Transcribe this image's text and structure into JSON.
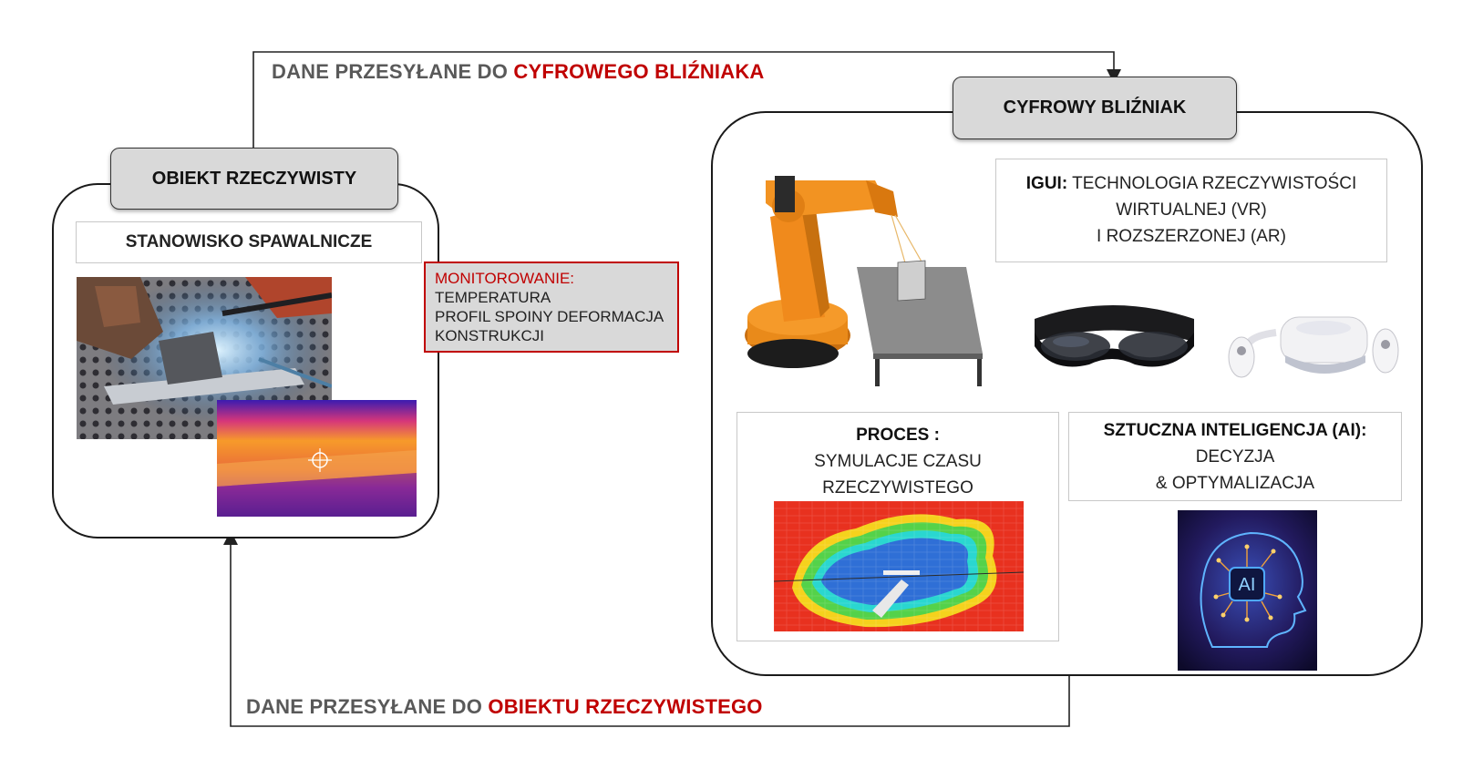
{
  "top_flow": {
    "prefix": "DANE PRZESYŁANE DO",
    "highlight": "CYFROWEGO BLIŹNIAKA"
  },
  "bottom_flow": {
    "prefix": "DANE PRZESYŁANE DO",
    "highlight": "OBIEKTU RZECZYWISTEGO"
  },
  "real_object": {
    "tab": "OBIEKT RZECZYWISTY",
    "station": "STANOWISKO SPAWALNICZE",
    "monitoring": {
      "title": "MONITOROWANIE:",
      "lines": [
        "TEMPERATURA",
        "PROFIL SPOINY DEFORMACJA",
        "KONSTRUKCJI"
      ]
    }
  },
  "digital_twin": {
    "tab": "CYFROWY BLIŹNIAK",
    "igui": {
      "bold": "IGUI:",
      "line1": "TECHNOLOGIA RZECZYWISTOŚCI",
      "line2": "WIRTUALNEJ (VR)",
      "line3": "I ROZSZERZONEJ (AR)"
    },
    "process": {
      "bold": "PROCES :",
      "line1": "SYMULACJE CZASU",
      "line2": "RZECZYWISTEGO"
    },
    "ai": {
      "bold": "SZTUCZNA INTELIGENCJA (AI):",
      "line1": "DECYZJA",
      "line2": "& OPTYMALIZACJA",
      "badge": "AI"
    }
  },
  "colors": {
    "accent_red": "#c00000",
    "tab_gray": "#d9d9d9",
    "robot_orange": "#f08a1c"
  },
  "icons": [
    "welding-photo",
    "thermal-image",
    "robot-arm",
    "vr-headset",
    "ar-glasses",
    "heat-simulation",
    "ai-brain"
  ]
}
